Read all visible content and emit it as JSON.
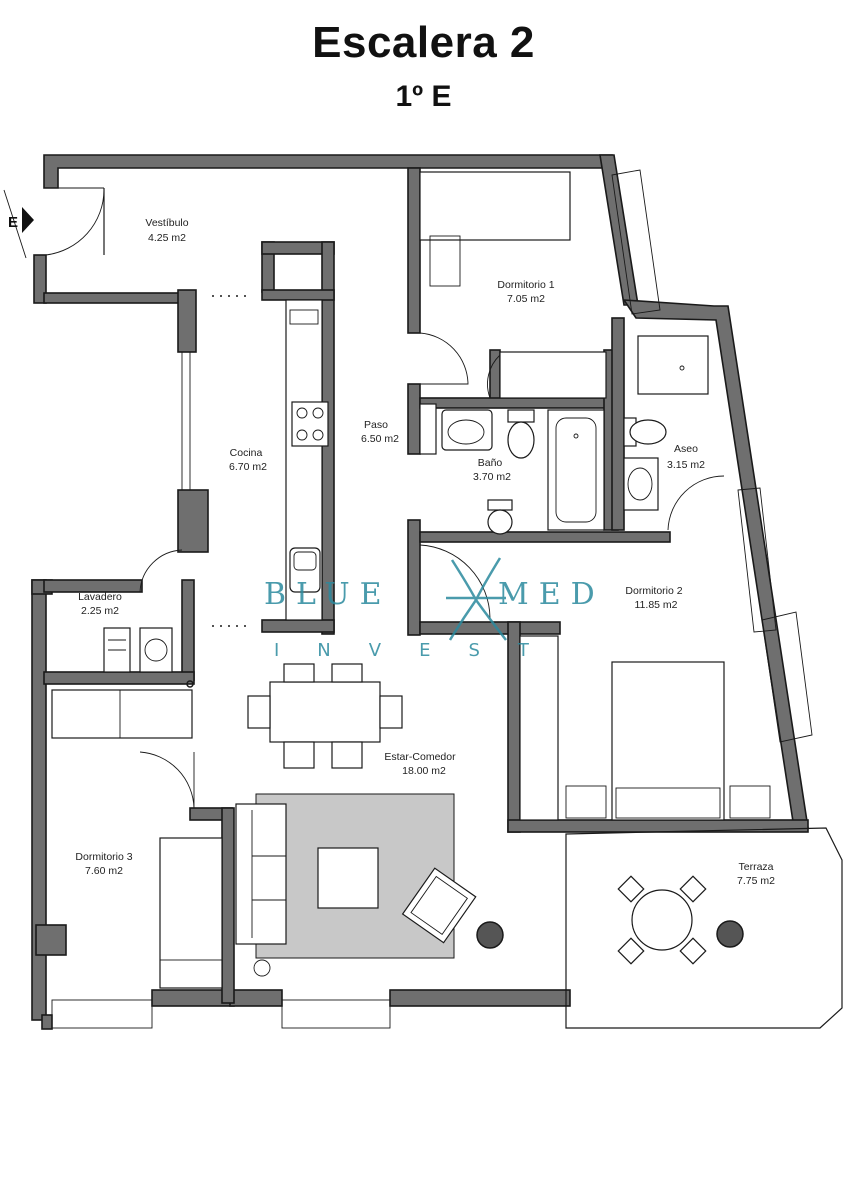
{
  "header": {
    "title": "Escalera 2",
    "subtitle": "1º E"
  },
  "entrance_marker": "E",
  "rooms": [
    {
      "id": "vestibulo",
      "name": "Vestíbulo",
      "area": "4.25 m2"
    },
    {
      "id": "dormitorio1",
      "name": "Dormitorio 1",
      "area": "7.05 m2"
    },
    {
      "id": "paso",
      "name": "Paso",
      "area": "6.50 m2"
    },
    {
      "id": "cocina",
      "name": "Cocina",
      "area": "6.70 m2"
    },
    {
      "id": "bano",
      "name": "Baño",
      "area": "3.70 m2"
    },
    {
      "id": "aseo",
      "name": "Aseo",
      "area": "3.15 m2"
    },
    {
      "id": "lavadero",
      "name": "Lavadero",
      "area": "2.25 m2"
    },
    {
      "id": "dormitorio2",
      "name": "Dormitorio 2",
      "area": "11.85 m2"
    },
    {
      "id": "estar",
      "name": "Estar-Comedor",
      "area": "18.00 m2"
    },
    {
      "id": "dormitorio3",
      "name": "Dormitorio 3",
      "area": "7.60 m2"
    },
    {
      "id": "terraza",
      "name": "Terraza",
      "area": "7.75 m2"
    }
  ],
  "watermark": {
    "brand_left": "BLUE",
    "brand_right": "MED",
    "tagline": "INVEST",
    "accent_color": "#2b8a9e"
  }
}
